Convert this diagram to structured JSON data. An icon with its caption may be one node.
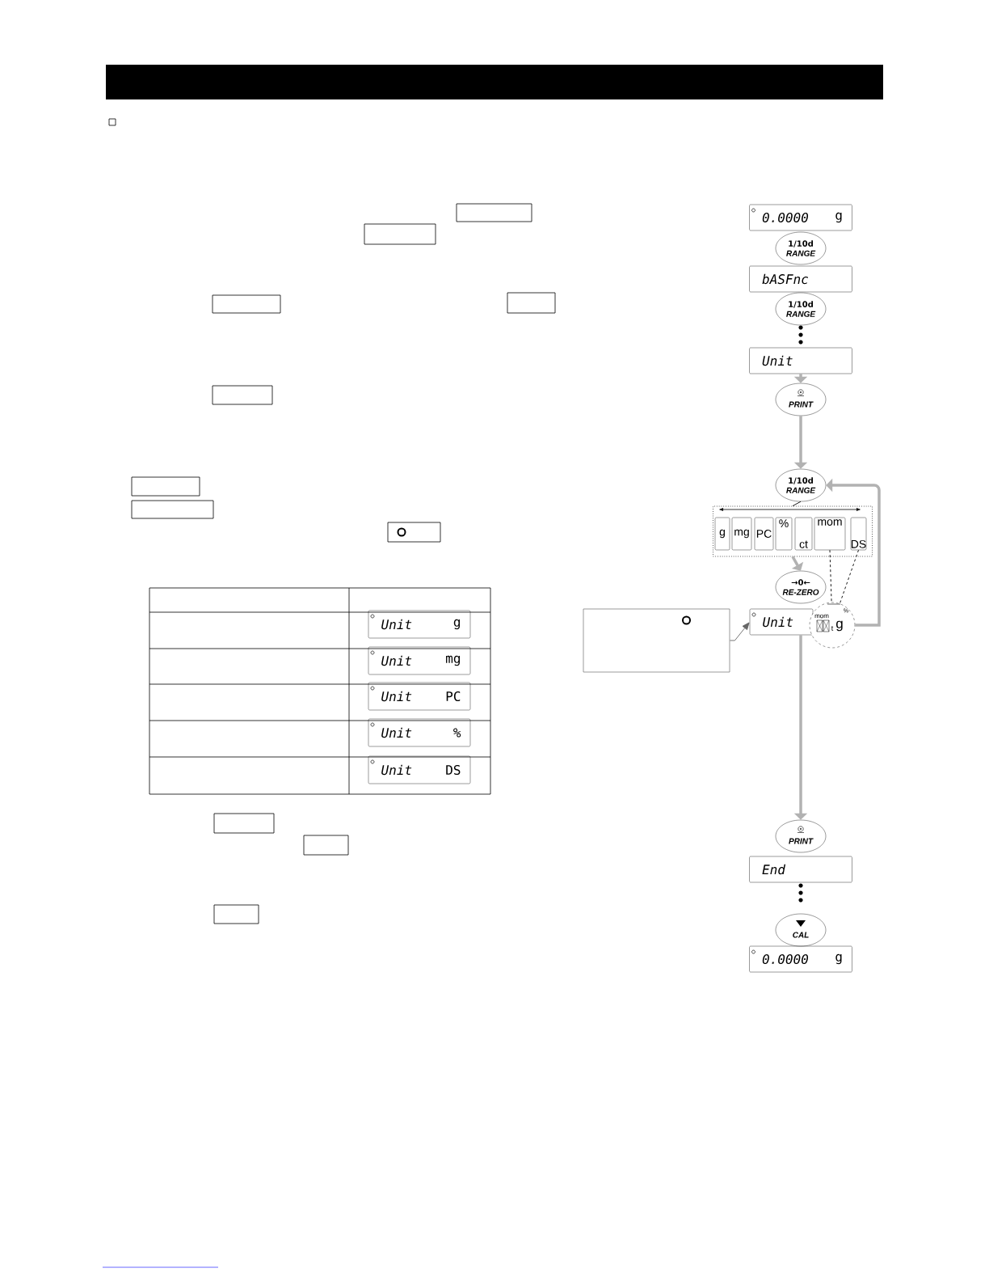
{
  "diagram": {
    "nodes": [
      {
        "text": [
          "0.0000",
          "g"
        ]
      },
      {
        "text": [
          "1/10d",
          "RANGE"
        ]
      },
      {
        "text": [
          "bASFnc"
        ]
      },
      {
        "text": [
          "1/10d",
          "RANGE"
        ]
      },
      {
        "text": [
          "Unit"
        ]
      },
      {
        "text": [
          "PRINT"
        ]
      },
      {
        "text": [
          "1/10d",
          "RANGE"
        ]
      },
      {
        "text": [],
        "shape": "box"
      },
      {
        "text": [
          "g"
        ],
        "in": 7
      },
      {
        "text": [
          "mg"
        ],
        "in": 7
      },
      {
        "text": [
          "PC"
        ],
        "in": 7
      },
      {
        "text": [
          "%"
        ],
        "in": 7
      },
      {
        "text": [
          "ct"
        ],
        "in": 7
      },
      {
        "text": [
          "mom"
        ],
        "in": 7
      },
      {
        "text": [
          "DS"
        ],
        "in": 7
      },
      {
        "text": [
          "→0←",
          "RE-ZERO"
        ]
      },
      {
        "text": [
          "Unit"
        ]
      },
      {
        "text": [
          "mom",
          "t",
          "g",
          "%"
        ]
      },
      {
        "text": [],
        "shape": "box"
      },
      {
        "text": [
          "PRINT"
        ]
      },
      {
        "text": [
          "End"
        ]
      },
      {
        "text": [
          "CAL"
        ]
      },
      {
        "text": [
          "0.0000",
          "g"
        ]
      },
      {
        "text": [
          "Unit",
          "g"
        ]
      },
      {
        "text": [
          "Unit",
          "mg"
        ]
      },
      {
        "text": [
          "Unit",
          "PC"
        ]
      },
      {
        "text": [
          "Unit",
          "%"
        ]
      },
      {
        "text": [
          "Unit",
          "DS"
        ]
      },
      {
        "text": [],
        "shape": "box"
      },
      {
        "text": [],
        "shape": "box"
      },
      {
        "text": [],
        "shape": "box"
      },
      {
        "text": [],
        "shape": "box"
      },
      {
        "text": [],
        "shape": "box"
      },
      {
        "text": [],
        "shape": "box"
      },
      {
        "text": [],
        "shape": "box"
      },
      {
        "text": [],
        "shape": "box"
      },
      {
        "text": [],
        "shape": "box"
      },
      {
        "text": [],
        "shape": "box"
      },
      {
        "text": [],
        "shape": "box"
      }
    ],
    "edges": [
      {
        "from": 4,
        "to": 5,
        "arrow": "to"
      },
      {
        "from": 5,
        "to": 6,
        "arrow": "to"
      },
      {
        "from": 6,
        "to": 7,
        "arrow": "none",
        "color": "#000000"
      },
      {
        "from": 7,
        "to": 15,
        "arrow": "to"
      },
      {
        "from": 17,
        "to": 6,
        "arrow": "to"
      },
      {
        "from": 13,
        "to": 17,
        "arrow": "none",
        "style": "dashed",
        "color": "#000000"
      },
      {
        "from": 14,
        "to": 17,
        "arrow": "none",
        "style": "dashed",
        "color": "#000000"
      },
      {
        "from": 16,
        "to": 19,
        "arrow": "to"
      },
      {
        "from": 18,
        "to": 16,
        "arrow": "to",
        "color": "#666666"
      }
    ]
  }
}
